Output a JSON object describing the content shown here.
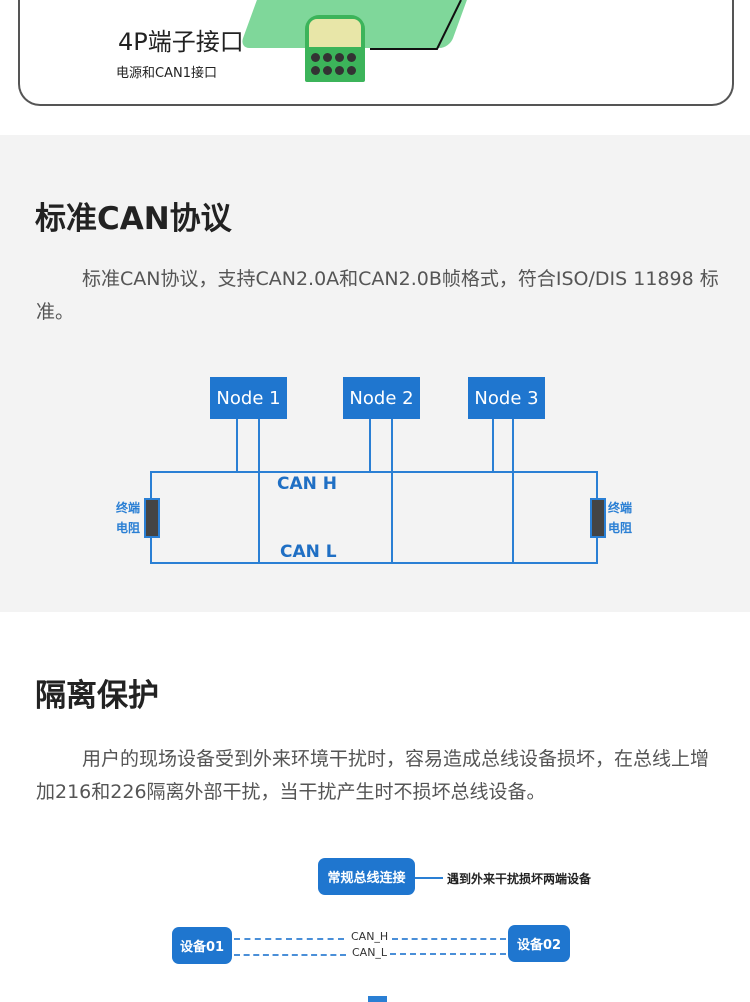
{
  "top_card": {
    "interface_title": "4P端子接口",
    "interface_subtitle": "电源和CAN1接口"
  },
  "can_section": {
    "title": "标准CAN协议",
    "paragraph": "标准CAN协议，支持CAN2.0A和CAN2.0B帧格式，符合ISO/DIS 11898 标准。",
    "diagram": {
      "nodes": [
        "Node 1",
        "Node 2",
        "Node 3"
      ],
      "can_h": "CAN H",
      "can_l": "CAN L",
      "terminator_left": [
        "终端",
        "电阻"
      ],
      "terminator_right": [
        "终端",
        "电阻"
      ]
    }
  },
  "isolation_section": {
    "title": "隔离保护",
    "paragraph": "用户的现场设备受到外来环境干扰时，容易造成总线设备损坏，在总线上增加216和226隔离外部干扰，当干扰产生时不损坏总线设备。",
    "diagram": {
      "normal_label": "常规总线连接",
      "normal_note": "遇到外来干扰损坏两端设备",
      "device1": "设备01",
      "device2": "设备02",
      "can_h": "CAN_H",
      "can_l": "CAN_L"
    }
  },
  "colors": {
    "accent": "#1f76cf",
    "section_bg": "#f3f3f3"
  }
}
